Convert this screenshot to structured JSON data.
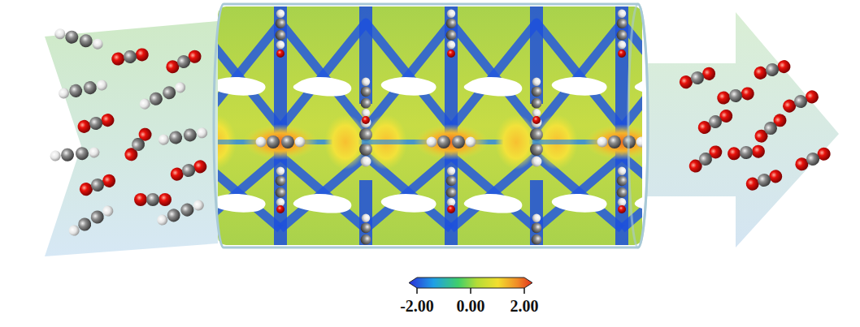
{
  "diagram": {
    "labels": [
      "-2.00",
      "0.00",
      "2.00"
    ]
  }
}
